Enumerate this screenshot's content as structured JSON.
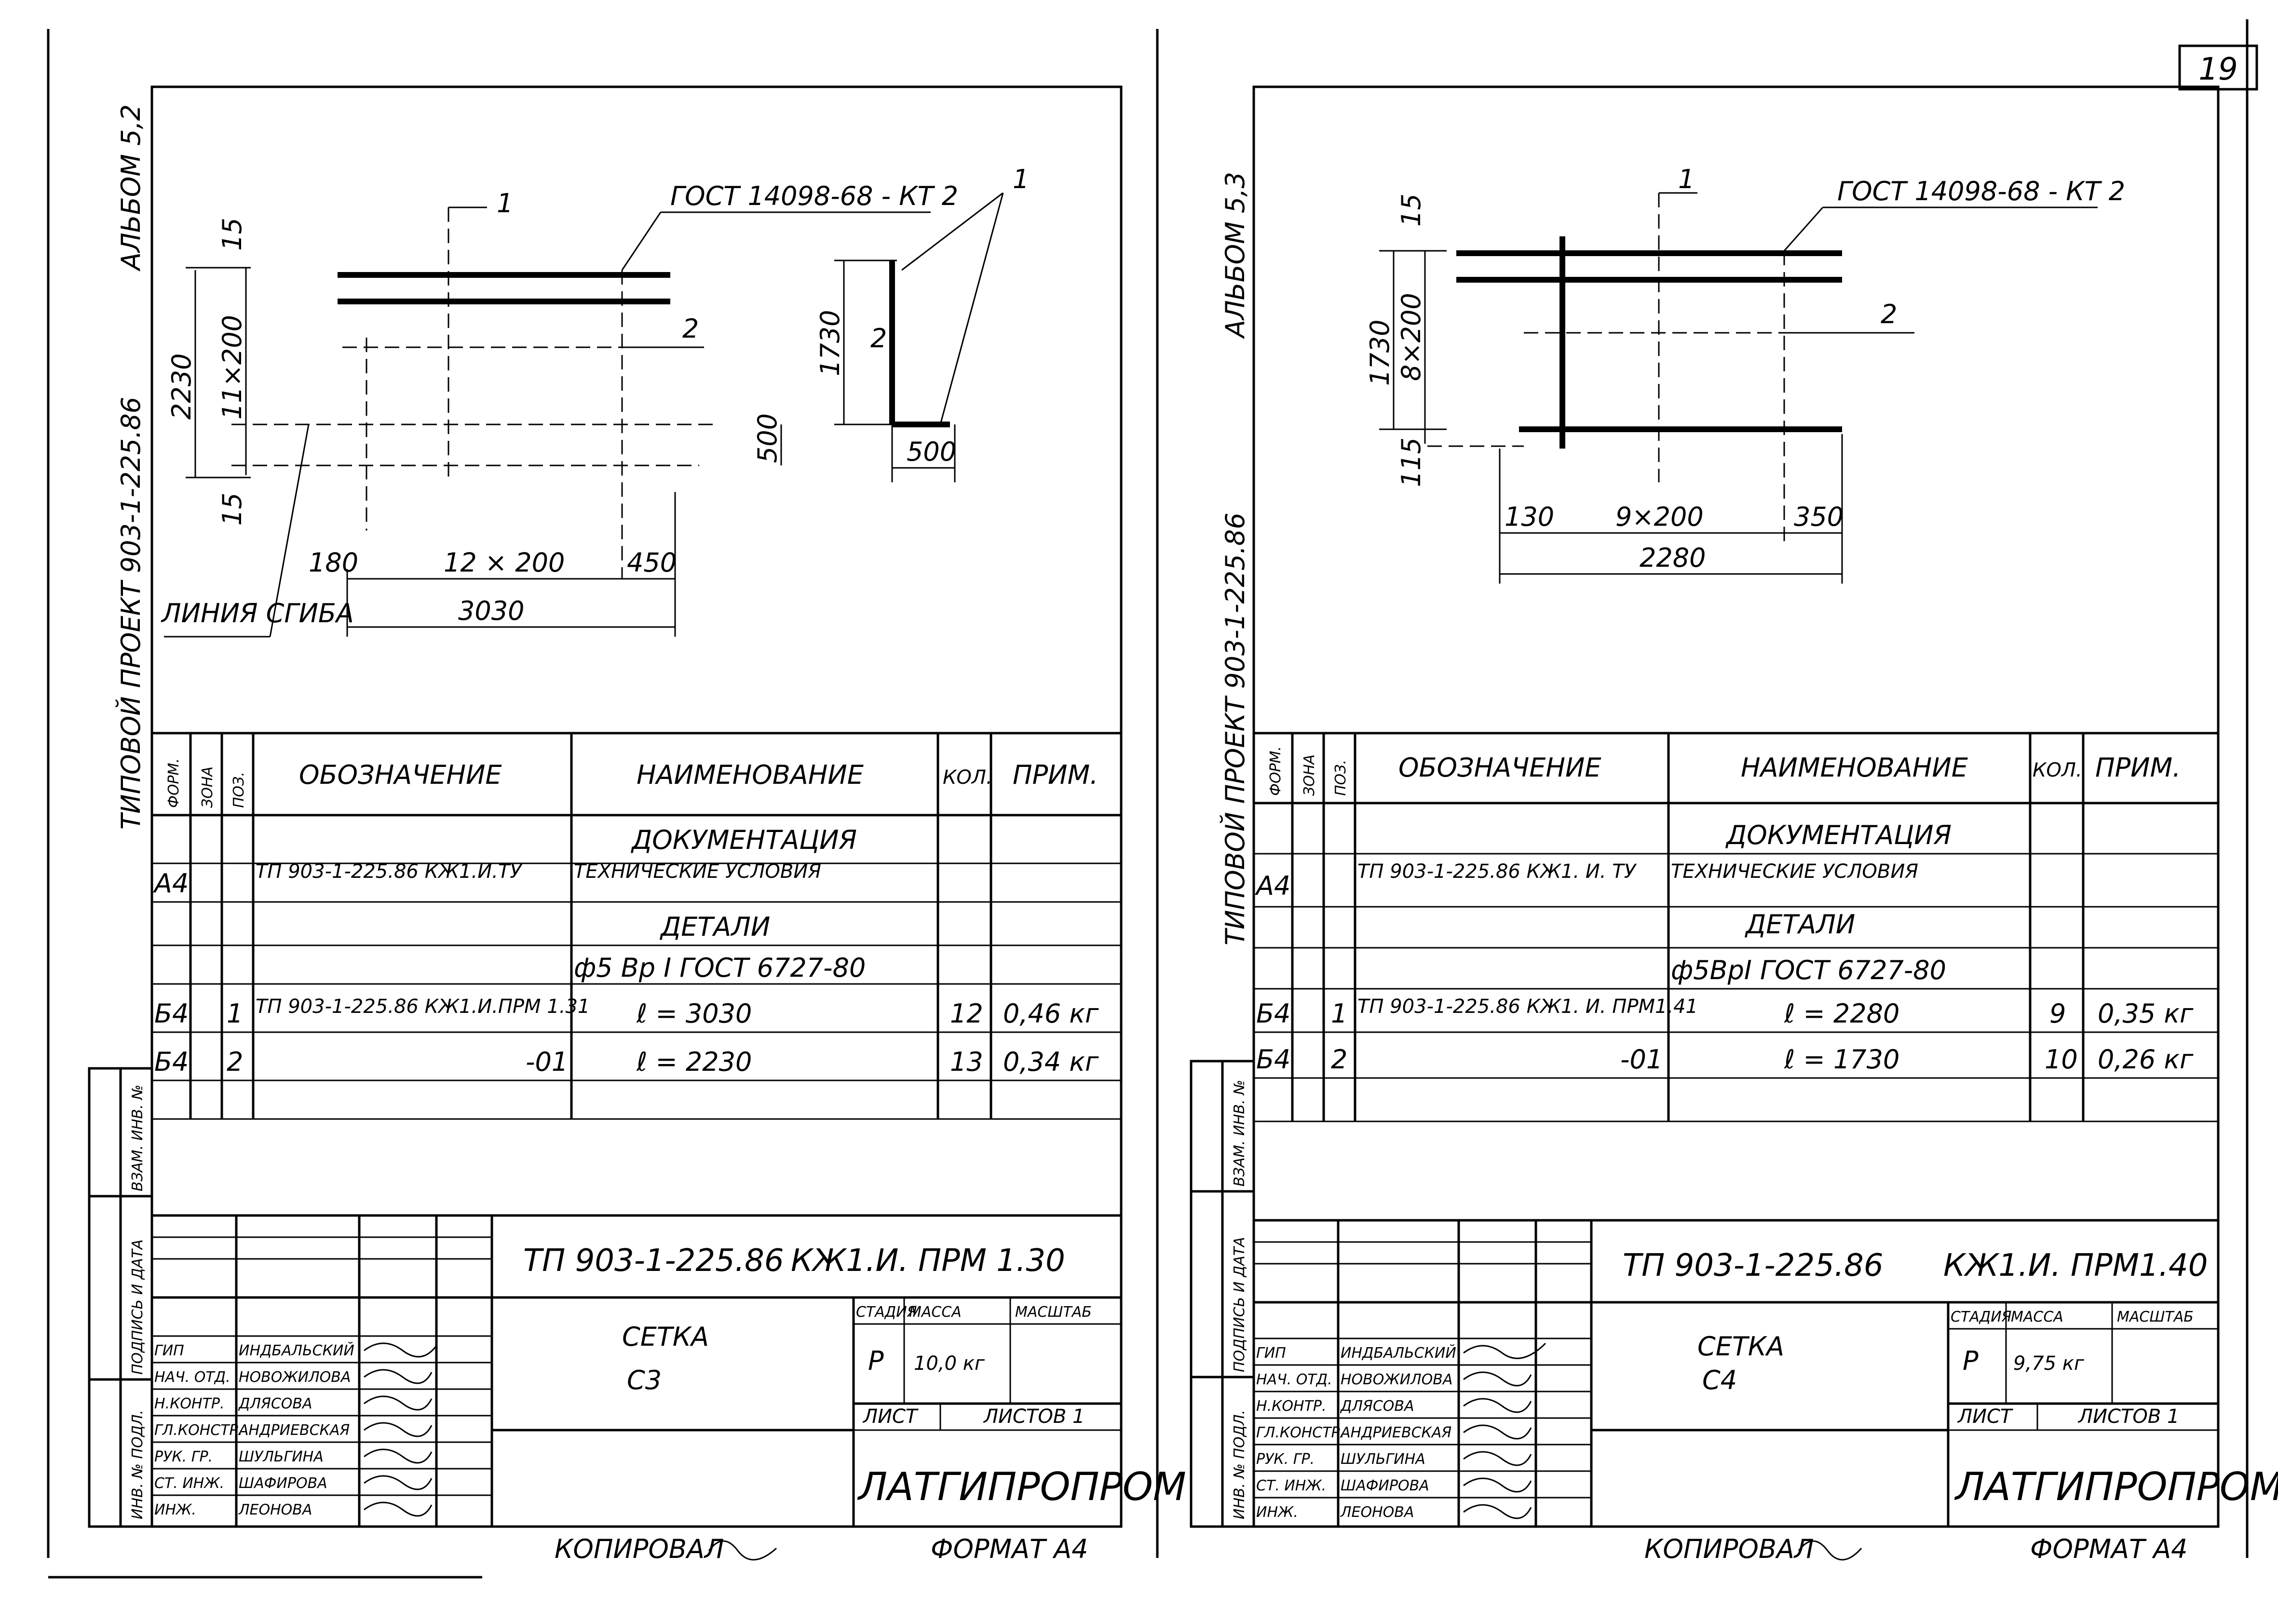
{
  "page_number": "19",
  "copied_label": "КОПИРОВАЛ",
  "format_label": "ФОРМАТ А4",
  "left_sheet": {
    "album": "АЛЬБОМ 5,2",
    "project": "ТИПОВОЙ ПРОЕКТ 903-1-225.86",
    "drawing": {
      "gost_label": "ГОСТ 14098-68 - КТ 2",
      "pos1": "1",
      "pos2": "2",
      "pitch_v": "11×200",
      "total_h": "2230",
      "offset_top": "15",
      "offset_bot": "15",
      "pitch_h": "12 × 200",
      "left_off": "180",
      "right_off": "450",
      "total_w": "3030",
      "bend_offset": "500",
      "bend_label": "ЛИНИЯ СГИБА",
      "side_h": "1730",
      "side_w": "500"
    },
    "spec_headers": [
      "ФОРМ.",
      "ЗОНА",
      "ПОЗ.",
      "ОБОЗНАЧЕНИЕ",
      "НАИМЕНОВАНИЕ",
      "КОЛ.",
      "ПРИМ."
    ],
    "section_docs": "ДОКУМЕНТАЦИЯ",
    "doc_row": {
      "format": "А4",
      "designation": "ТП 903-1-225.86 КЖ1.И.ТУ",
      "name": "ТЕХНИЧЕСКИЕ УСЛОВИЯ"
    },
    "section_parts": "ДЕТАЛИ",
    "steel": "ф5 Вр I   ГОСТ 6727-80",
    "rows": [
      {
        "format": "Б4",
        "pos": "1",
        "designation": "ТП 903-1-225.86 КЖ1.И.ПРМ 1.31",
        "name": "ℓ = 3030",
        "qty": "12",
        "note": "0,46 кг"
      },
      {
        "format": "Б4",
        "pos": "2",
        "designation": "-01",
        "name": "ℓ = 2230",
        "qty": "13",
        "note": "0,34 кг"
      }
    ],
    "side_labels": [
      "ВЗАМ. ИНВ. №",
      "ПОДПИСЬ И ДАТА",
      "ИНВ. № ПОДЛ."
    ],
    "doc_code": "ТП 903-1-225.86",
    "doc_mark": "КЖ1.И. ПРМ 1.30",
    "item_name": "СЕТКА",
    "item_code": "С3",
    "stage_label": "СТАДИЯ",
    "mass_label": "МАССА",
    "scale_label": "МАСШТАБ",
    "stage": "Р",
    "mass": "10,0 кг",
    "sheet_label": "ЛИСТ",
    "sheets_label": "ЛИСТОВ 1",
    "org": "ЛАТГИПРОПРОМ",
    "staff": [
      {
        "role": "ГИП",
        "name": "ИНДБАЛЬСКИЙ"
      },
      {
        "role": "НАЧ. ОТД.",
        "name": "НОВОЖИЛОВА"
      },
      {
        "role": "Н.КОНТР.",
        "name": "ДЛЯСОВА"
      },
      {
        "role": "ГЛ.КОНСТР.",
        "name": "АНДРИЕВСКАЯ"
      },
      {
        "role": "РУК. ГР.",
        "name": "ШУЛЬГИНА"
      },
      {
        "role": "СТ. ИНЖ.",
        "name": "ШАФИРОВА"
      },
      {
        "role": "ИНЖ.",
        "name": "ЛЕОНОВА"
      }
    ]
  },
  "right_sheet": {
    "album": "АЛЬБОМ 5,3",
    "project": "ТИПОВОЙ ПРОЕКТ 903-1-225.86",
    "drawing": {
      "gost_label": "ГОСТ 14098-68 - КТ 2",
      "pos1": "1",
      "pos2": "2",
      "pitch_v": "8×200",
      "total_h": "1730",
      "offset_top": "15",
      "offset_bot": "115",
      "pitch_h": "9×200",
      "left_off": "130",
      "right_off": "350",
      "total_w": "2280"
    },
    "spec_headers": [
      "ФОРМ.",
      "ЗОНА",
      "ПОЗ.",
      "ОБОЗНАЧЕНИЕ",
      "НАИМЕНОВАНИЕ",
      "КОЛ.",
      "ПРИМ."
    ],
    "section_docs": "ДОКУМЕНТАЦИЯ",
    "doc_row": {
      "format": "А4",
      "designation": "ТП 903-1-225.86 КЖ1. И. ТУ",
      "name": "ТЕХНИЧЕСКИЕ УСЛОВИЯ"
    },
    "section_parts": "ДЕТАЛИ",
    "steel": "ф5ВрI   ГОСТ 6727-80",
    "rows": [
      {
        "format": "Б4",
        "pos": "1",
        "designation": "ТП 903-1-225.86 КЖ1. И. ПРМ1.41",
        "name": "ℓ = 2280",
        "qty": "9",
        "note": "0,35 кг"
      },
      {
        "format": "Б4",
        "pos": "2",
        "designation": "-01",
        "name": "ℓ = 1730",
        "qty": "10",
        "note": "0,26 кг"
      }
    ],
    "side_labels": [
      "ВЗАМ. ИНВ. №",
      "ПОДПИСЬ И ДАТА",
      "ИНВ. № ПОДЛ."
    ],
    "doc_code": "ТП 903-1-225.86",
    "doc_mark": "КЖ1.И. ПРМ1.40",
    "item_name": "СЕТКА",
    "item_code": "С4",
    "stage_label": "СТАДИЯ",
    "mass_label": "МАССА",
    "scale_label": "МАСШТАБ",
    "stage": "Р",
    "mass": "9,75 кг",
    "sheet_label": "ЛИСТ",
    "sheets_label": "ЛИСТОВ 1",
    "org": "ЛАТГИПРОПРОМ",
    "staff": [
      {
        "role": "ГИП",
        "name": "ИНДБАЛЬСКИЙ"
      },
      {
        "role": "НАЧ. ОТД.",
        "name": "НОВОЖИЛОВА"
      },
      {
        "role": "Н.КОНТР.",
        "name": "ДЛЯСОВА"
      },
      {
        "role": "ГЛ.КОНСТР.",
        "name": "АНДРИЕВСКАЯ"
      },
      {
        "role": "РУК. ГР.",
        "name": "ШУЛЬГИНА"
      },
      {
        "role": "СТ. ИНЖ.",
        "name": "ШАФИРОВА"
      },
      {
        "role": "ИНЖ.",
        "name": "ЛЕОНОВА"
      }
    ]
  }
}
